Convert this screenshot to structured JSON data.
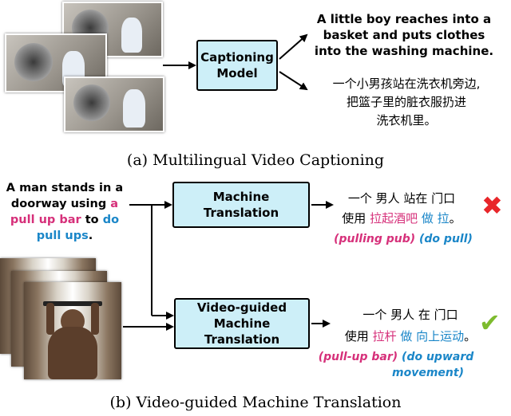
{
  "part_a": {
    "caption": "(a) Multilingual Video Captioning",
    "model_box": [
      "Captioning",
      "Model"
    ],
    "english_caption": [
      "A little boy reaches into a",
      "basket and puts clothes",
      "into the washing machine."
    ],
    "chinese_caption": [
      "一个小男孩站在洗衣机旁边,",
      "把篮子里的脏衣服扔进",
      "洗衣机里。"
    ]
  },
  "part_b": {
    "caption": "(b) Video-guided Machine Translation",
    "source_sentence": {
      "line1": "A man stands in a",
      "line2_prefix": "doorway using",
      "line2_highlight": "a",
      "line3_highlight": "pull up bar",
      "line3_mid": "to",
      "line3_highlight2": "do",
      "line4_highlight": "pull ups",
      "line4_end": "."
    },
    "mt_box": "Machine Translation",
    "vmt_box": [
      "Video-guided",
      "Machine Translation"
    ],
    "mt_output": {
      "line1": "一个 男人 站在 门口",
      "prefix": "使用",
      "pink": "拉起酒吧",
      "blue": "做 拉",
      "end": "。",
      "gloss_pink": "(pulling pub)",
      "gloss_blue": "(do pull)"
    },
    "vmt_output": {
      "line1": "一个 男人 在 门口",
      "prefix": "使用",
      "pink": "拉杆",
      "blue": "做 向上运动",
      "end": "。",
      "gloss_pink": "(pull-up bar)",
      "gloss_blue_1": "(do upward",
      "gloss_blue_2": "movement)"
    },
    "wrong_mark": "✖",
    "right_mark": "✔"
  },
  "colors": {
    "box_fill": "#cdeff8",
    "highlight_pink": "#d6307a",
    "highlight_blue": "#1a86c8",
    "wrong": "#e8262a",
    "right": "#7dbb2e"
  }
}
